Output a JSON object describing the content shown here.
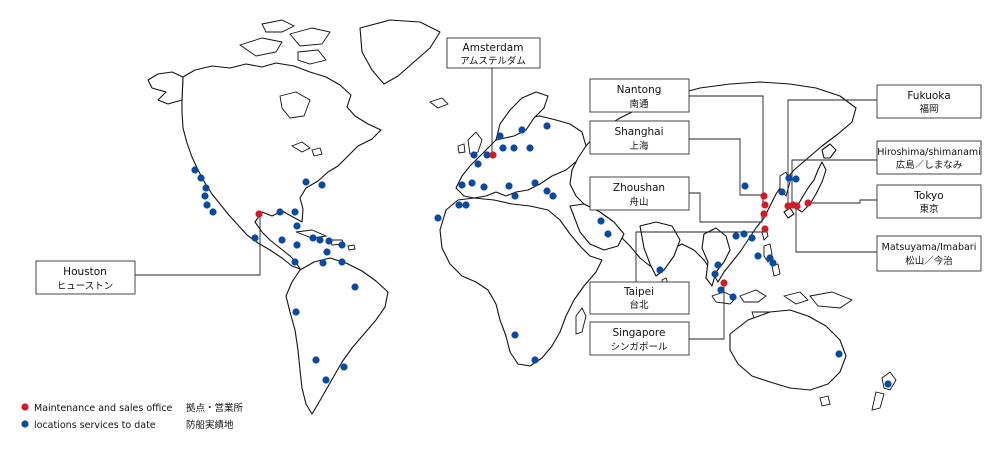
{
  "colors": {
    "office": "#d01c2a",
    "service": "#0a4aa0",
    "outline": "#111111"
  },
  "legend": [
    {
      "key": "office",
      "label_en": "Maintenance and sales office",
      "label_jp": "拠点・営業所"
    },
    {
      "key": "service",
      "label_en": "locations services to date",
      "label_jp": "防船実績地"
    }
  ],
  "labels": [
    {
      "id": "amsterdam",
      "en": "Amsterdam",
      "jp": "アムステルダム"
    },
    {
      "id": "nantong",
      "en": "Nantong",
      "jp": "南通"
    },
    {
      "id": "shanghai",
      "en": "Shanghai",
      "jp": "上海"
    },
    {
      "id": "zhoushan",
      "en": "Zhoushan",
      "jp": "舟山"
    },
    {
      "id": "taipei",
      "en": "Taipei",
      "jp": "台北"
    },
    {
      "id": "singapore",
      "en": "Singapore",
      "jp": "シンガポール"
    },
    {
      "id": "fukuoka",
      "en": "Fukuoka",
      "jp": "福岡"
    },
    {
      "id": "hiroshima",
      "en": "Hiroshima/shimanami",
      "jp": "広島／しまなみ"
    },
    {
      "id": "tokyo",
      "en": "Tokyo",
      "jp": "東京"
    },
    {
      "id": "matsuyama",
      "en": "Matsuyama/Imabari",
      "jp": "松山／今治"
    },
    {
      "id": "houston",
      "en": "Houston",
      "jp": "ヒューストン"
    }
  ]
}
